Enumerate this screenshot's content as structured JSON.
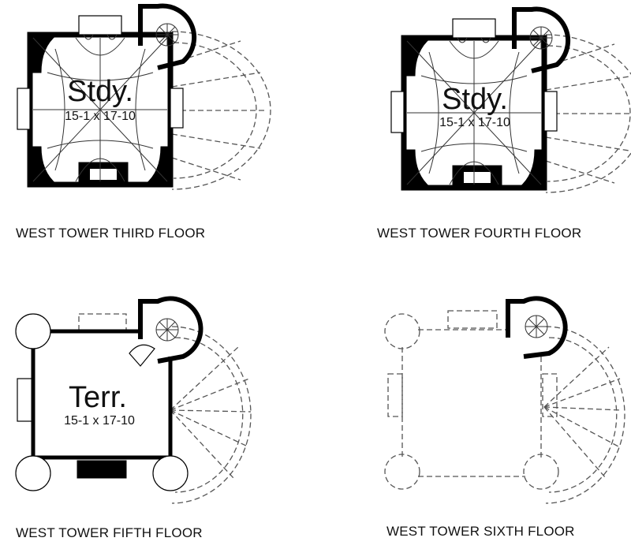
{
  "floors": [
    {
      "caption": "WEST TOWER THIRD FLOOR",
      "room_name": "Stdy.",
      "room_dims": "15-1 x 17-10"
    },
    {
      "caption": "WEST TOWER FOURTH FLOOR",
      "room_name": "Stdy.",
      "room_dims": "15-1 x 17-10"
    },
    {
      "caption": "WEST TOWER FIFTH FLOOR",
      "room_name": "Terr.",
      "room_dims": "15-1 x 17-10"
    },
    {
      "caption": "WEST TOWER SIXTH FLOOR"
    }
  ]
}
